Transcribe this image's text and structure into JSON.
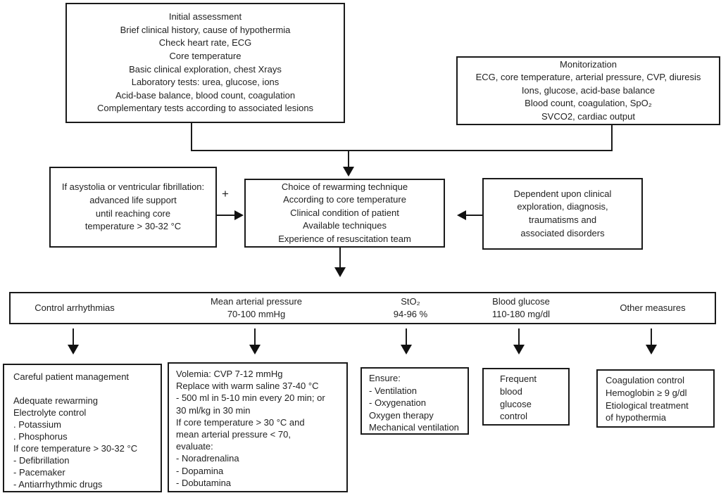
{
  "diagram": {
    "plus_sign": "+",
    "colors": {
      "border": "#1a1a1a",
      "text": "#222222",
      "background": "#ffffff"
    },
    "boxes": {
      "initial_assessment": {
        "lines": [
          "Initial assessment",
          "Brief clinical history, cause of hypothermia",
          "Check heart rate, ECG",
          "Core temperature",
          "Basic clinical exploration, chest Xrays",
          "Laboratory tests: urea, glucose, ions",
          "Acid-base balance, blood count, coagulation",
          "Complementary tests according to associated lesions"
        ]
      },
      "monitorization": {
        "lines": [
          "Monitorization",
          "ECG, core temperature, arterial pressure, CVP, diuresis",
          "Ions, glucose, acid-base balance",
          "Blood count, coagulation, SpO₂",
          "SVCO2, cardiac output"
        ]
      },
      "asystolia": {
        "lines": [
          "If asystolia or ventricular fibrillation:",
          "advanced life support",
          "until reaching core",
          "temperature > 30-32 °C"
        ]
      },
      "rewarming_choice": {
        "lines": [
          "Choice of rewarming technique",
          "According to core temperature",
          "Clinical condition of patient",
          "Available techniques",
          "Experience of resuscitation team"
        ]
      },
      "dependent": {
        "lines": [
          "Dependent upon clinical",
          "exploration, diagnosis,",
          "traumatisms and",
          "associated disorders"
        ]
      },
      "parameters_bar": {
        "columns": [
          {
            "lines": [
              "Control arrhythmias"
            ]
          },
          {
            "lines": [
              "Mean arterial pressure",
              "70-100 mmHg"
            ]
          },
          {
            "lines": [
              "StO₂",
              "94-96 %"
            ]
          },
          {
            "lines": [
              "Blood glucose",
              "110-180 mg/dl"
            ]
          },
          {
            "lines": [
              "Other measures"
            ]
          }
        ]
      },
      "careful_management": {
        "lines": [
          "Careful patient management",
          "",
          "Adequate rewarming",
          "Electrolyte control",
          ". Potassium",
          ". Phosphorus",
          "If core temperature > 30-32 °C",
          "- Defibrillation",
          "- Pacemaker",
          "- Antiarrhythmic drugs"
        ]
      },
      "volemia": {
        "lines": [
          "Volemia: CVP 7-12 mmHg",
          "Replace with warm saline 37-40 °C",
          "- 500 ml in 5-10 min every 20 min; or",
          "30 ml/kg in 30 min",
          "If core temperature > 30 °C and",
          "mean arterial pressure < 70,",
          "evaluate:",
          "- Noradrenalina",
          "- Dopamina",
          "- Dobutamina"
        ]
      },
      "ensure": {
        "lines": [
          "Ensure:",
          "- Ventilation",
          "- Oxygenation",
          "Oxygen therapy",
          "Mechanical ventilation"
        ]
      },
      "frequent_glucose": {
        "lines": [
          "Frequent",
          "blood",
          "glucose",
          "control"
        ]
      },
      "coagulation": {
        "lines": [
          "Coagulation control",
          "Hemoglobin ≥ 9 g/dl",
          "Etiological treatment",
          "of hypothermia"
        ]
      }
    }
  }
}
